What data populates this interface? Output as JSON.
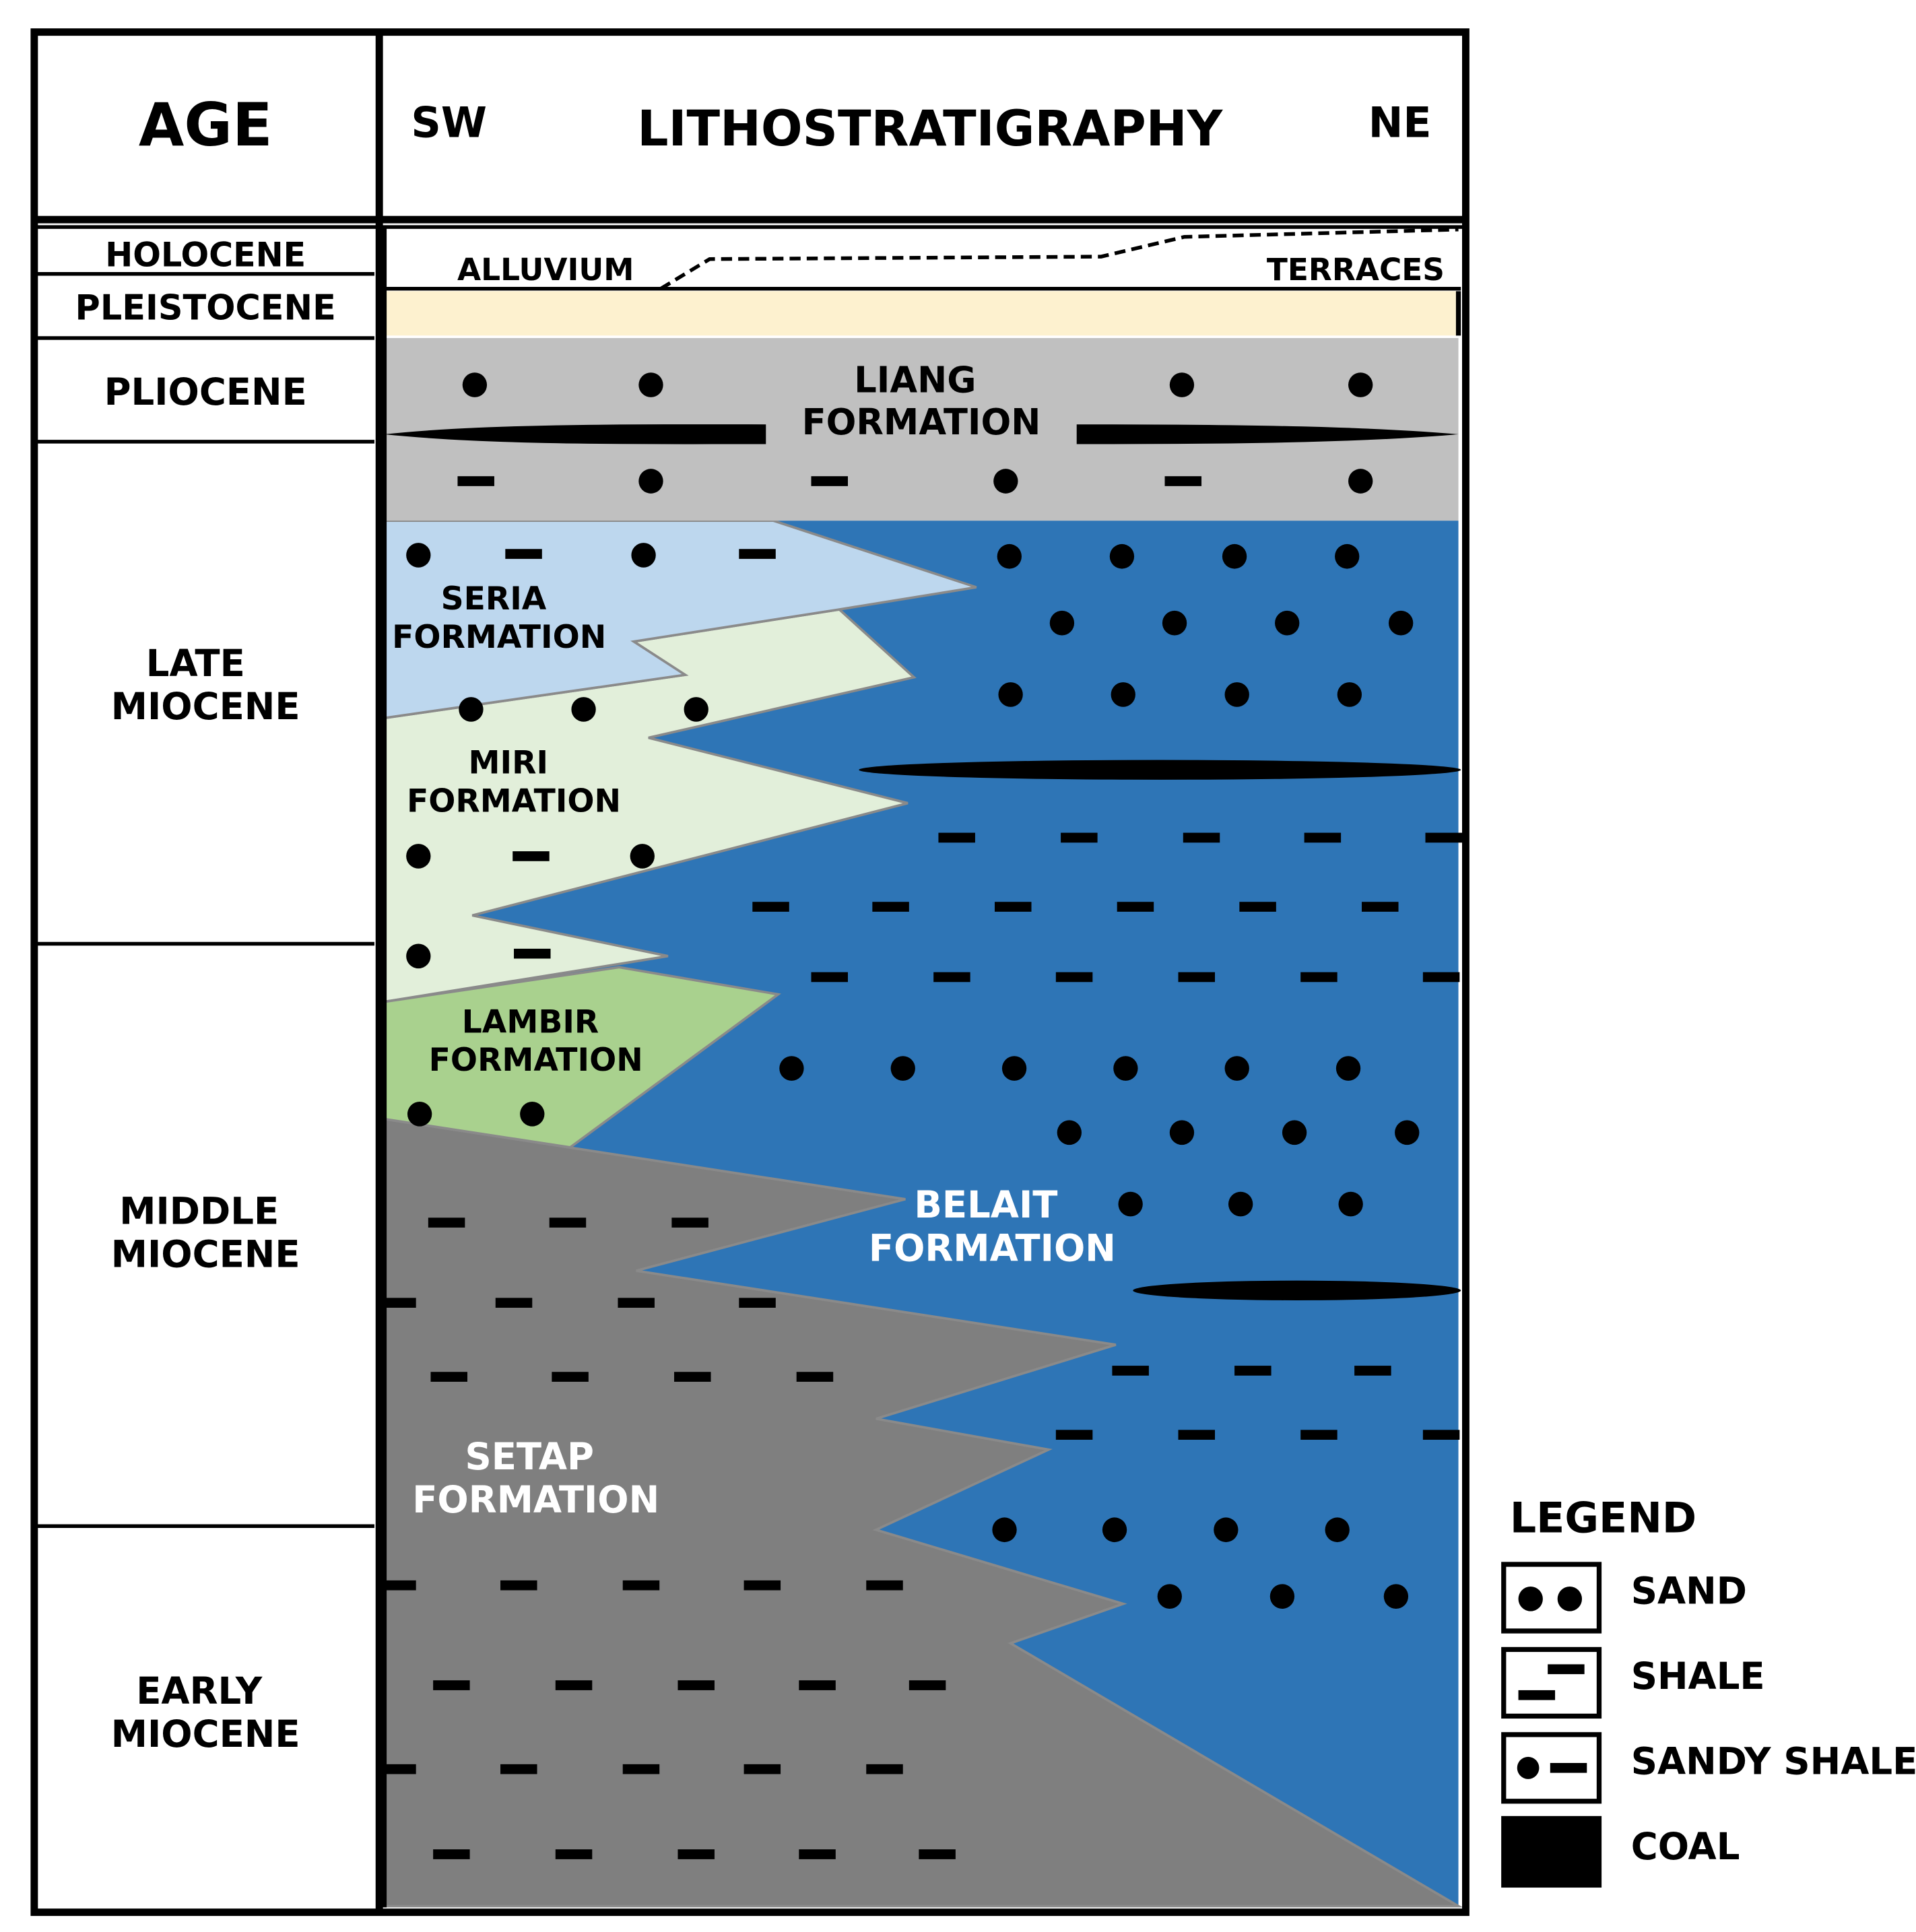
{
  "header": {
    "age": "AGE",
    "lithostratigraphy": "LITHOSTRATIGRAPHY",
    "sw": "SW",
    "ne": "NE"
  },
  "ages": {
    "holocene": "HOLOCENE",
    "pleistocene": "PLEISTOCENE",
    "pliocene": "PLIOCENE",
    "late_miocene": [
      "LATE",
      "MIOCENE"
    ],
    "middle_miocene": [
      "MIDDLE",
      "MIOCENE"
    ],
    "early_miocene": [
      "EARLY",
      "MIOCENE"
    ]
  },
  "top_units": {
    "alluvium": "ALLUVIUM",
    "terraces": "TERRACES"
  },
  "formations": {
    "liang": [
      "LIANG",
      "FORMATION"
    ],
    "seria": [
      "SERIA",
      "FORMATION"
    ],
    "miri": [
      "MIRI",
      "FORMATION"
    ],
    "lambir": [
      "LAMBIR",
      "FORMATION"
    ],
    "belait": [
      "BELAIT",
      "FORMATION"
    ],
    "setap": [
      "SETAP",
      "FORMATION"
    ]
  },
  "legend": {
    "title": "LEGEND",
    "items": {
      "sand": "SAND",
      "shale": "SHALE",
      "sandy_shale": "SANDY SHALE",
      "coal": "COAL"
    }
  },
  "colors": {
    "liang": "#c0c0c0",
    "pleistocene_band": "#fdf1cf",
    "seria": "#bdd7ee",
    "miri": "#e2efda",
    "lambir": "#a9d18e",
    "belait": "#2e75b6",
    "setap": "#7f7f7f",
    "outline": "#000000"
  }
}
